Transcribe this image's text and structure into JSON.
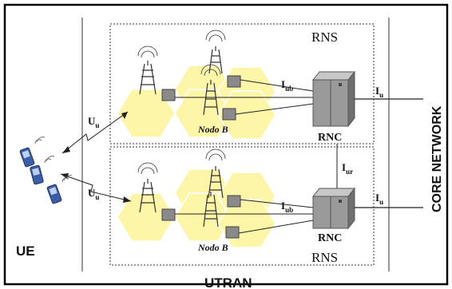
{
  "labels": {
    "ue": "UE",
    "utran": "UTRAN",
    "core_network": "CORE NETWORK",
    "rns_top": "RNS",
    "rns_bottom": "RNS",
    "rnc_top": "RNC",
    "rnc_bottom": "RNC",
    "nodo_b_top": "Nodo B",
    "nodo_b_bottom": "Nodo B"
  },
  "interfaces": {
    "uu_top": {
      "main": "U",
      "sub": "u"
    },
    "uu_bottom": {
      "main": "U",
      "sub": "u"
    },
    "iub_top": {
      "main": "I",
      "sub": "ub"
    },
    "iub_bottom": {
      "main": "I",
      "sub": "ub"
    },
    "iu_top": {
      "main": "I",
      "sub": "u"
    },
    "iu_bottom": {
      "main": "I",
      "sub": "u"
    },
    "iur": {
      "main": "I",
      "sub": "ur"
    }
  },
  "colors": {
    "cell_fill": "#fdf5a8",
    "cell_stroke": "#ffffff",
    "rnc_body": "#9a9a9a",
    "rnc_dark": "#6e6e6e",
    "line": "#000000",
    "phone": "#3b5ea8"
  }
}
